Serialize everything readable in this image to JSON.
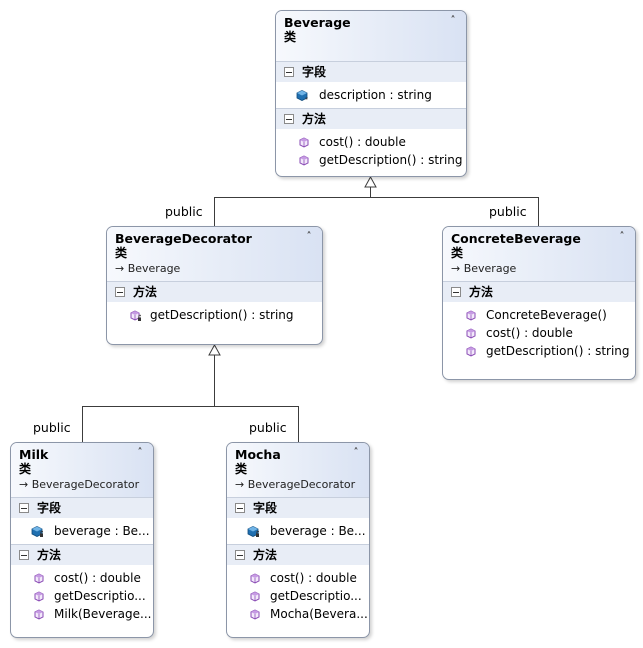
{
  "connector_labels": [
    "public",
    "public",
    "public",
    "public"
  ],
  "classes": [
    {
      "name": "Beverage",
      "stereotype": "类",
      "base": "",
      "sections": [
        {
          "title": "字段",
          "members": [
            {
              "text": "description : string",
              "kind": "field"
            }
          ]
        },
        {
          "title": "方法",
          "members": [
            {
              "text": "cost() : double",
              "kind": "method"
            },
            {
              "text": "getDescription() : string",
              "kind": "method"
            }
          ]
        }
      ]
    },
    {
      "name": "BeverageDecorator",
      "stereotype": "类",
      "base": "Beverage",
      "sections": [
        {
          "title": "方法",
          "members": [
            {
              "text": "getDescription() : string",
              "kind": "method-protected"
            }
          ]
        }
      ]
    },
    {
      "name": "ConcreteBeverage",
      "stereotype": "类",
      "base": "Beverage",
      "sections": [
        {
          "title": "方法",
          "members": [
            {
              "text": "ConcreteBeverage()",
              "kind": "method"
            },
            {
              "text": "cost() : double",
              "kind": "method"
            },
            {
              "text": "getDescription() : string",
              "kind": "method"
            }
          ]
        }
      ]
    },
    {
      "name": "Milk",
      "stereotype": "类",
      "base": "BeverageDecorator",
      "sections": [
        {
          "title": "字段",
          "members": [
            {
              "text": "beverage : Be...",
              "kind": "field-private"
            }
          ]
        },
        {
          "title": "方法",
          "members": [
            {
              "text": "cost() : double",
              "kind": "method"
            },
            {
              "text": "getDescriptio...",
              "kind": "method"
            },
            {
              "text": "Milk(Beverage...",
              "kind": "method"
            }
          ]
        }
      ]
    },
    {
      "name": "Mocha",
      "stereotype": "类",
      "base": "BeverageDecorator",
      "sections": [
        {
          "title": "字段",
          "members": [
            {
              "text": "beverage : Be...",
              "kind": "field-private"
            }
          ]
        },
        {
          "title": "方法",
          "members": [
            {
              "text": "cost() : double",
              "kind": "method"
            },
            {
              "text": "getDescriptio...",
              "kind": "method"
            },
            {
              "text": "Mocha(Bevera...",
              "kind": "method"
            }
          ]
        }
      ]
    }
  ]
}
